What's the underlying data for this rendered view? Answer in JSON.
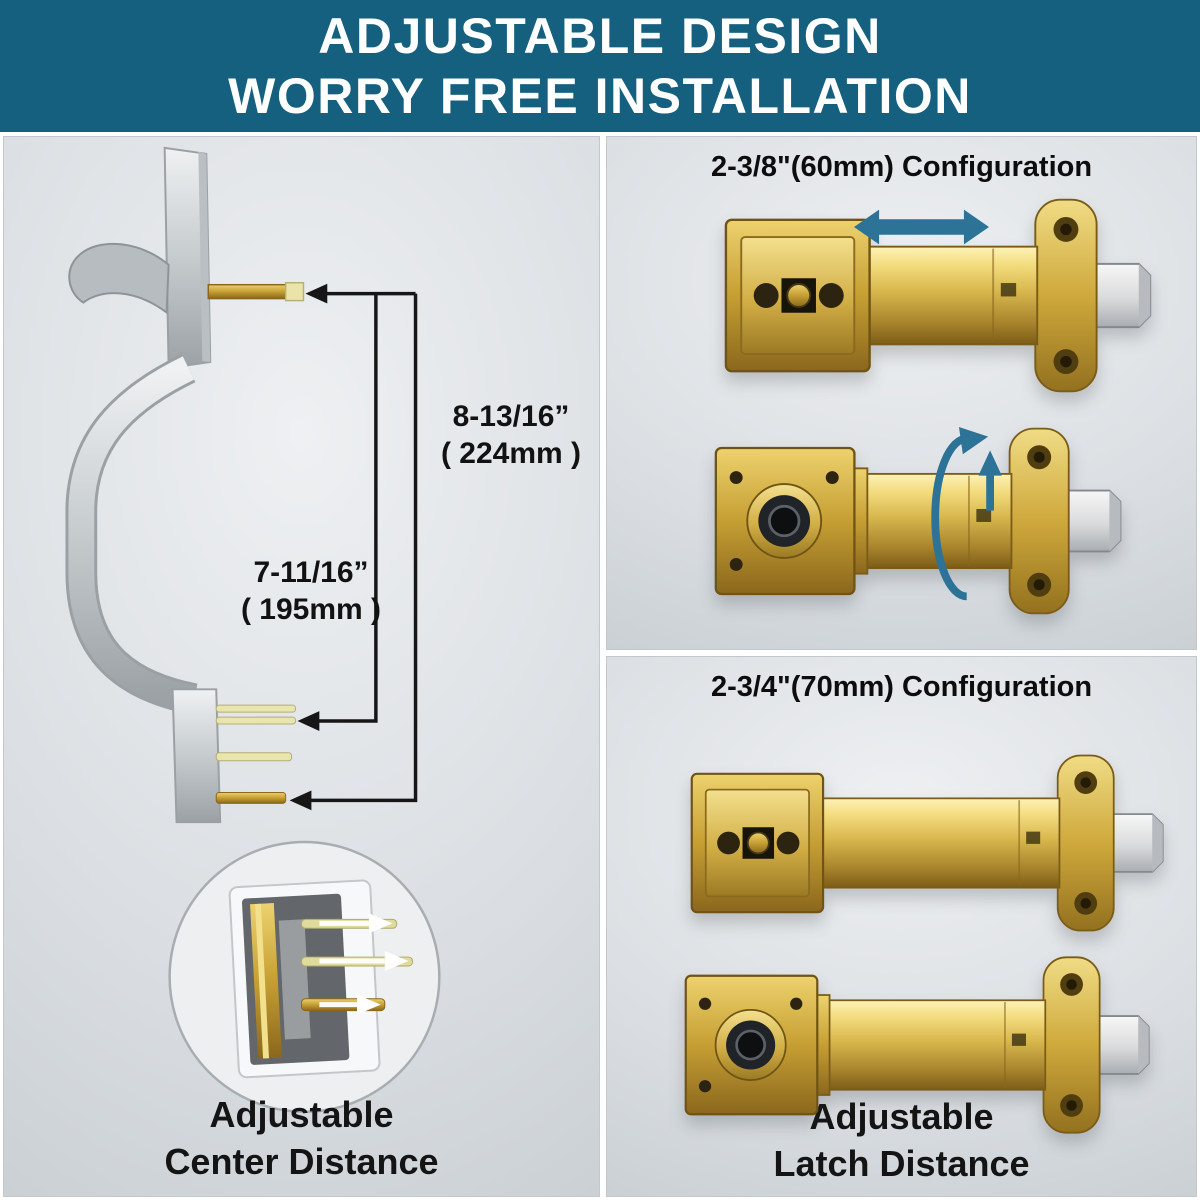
{
  "header": {
    "line1": "ADJUSTABLE DESIGN",
    "line2": "WORRY FREE INSTALLATION"
  },
  "left_panel": {
    "measure_224": {
      "value": "8-13/16”",
      "metric": "( 224mm )"
    },
    "measure_195": {
      "value": "7-11/16”",
      "metric": "( 195mm )"
    },
    "caption_line1": "Adjustable",
    "caption_line2": "Center Distance"
  },
  "config_60": {
    "title": "2-3/8\"(60mm) Configuration"
  },
  "config_70": {
    "title": "2-3/4\"(70mm) Configuration",
    "caption_line1": "Adjustable",
    "caption_line2": "Latch Distance"
  },
  "icons": {
    "slide_arrow": {
      "name": "double-horizontal-arrow",
      "glyph": "↔"
    },
    "rotate_arrow": {
      "name": "rotation-arrow",
      "glyph": "⟳"
    },
    "measure_arrows": {
      "name": "measurement-bracket-arrows",
      "glyph": "←"
    }
  },
  "colors": {
    "header_bg": "#16607F",
    "panel_bg_light": "#EEF0F2",
    "panel_bg_dark": "#C4CACF",
    "accent_blue": "#2D7397",
    "brass": "#C69F33",
    "nickel": "#C9CED2",
    "text": "#121212"
  }
}
